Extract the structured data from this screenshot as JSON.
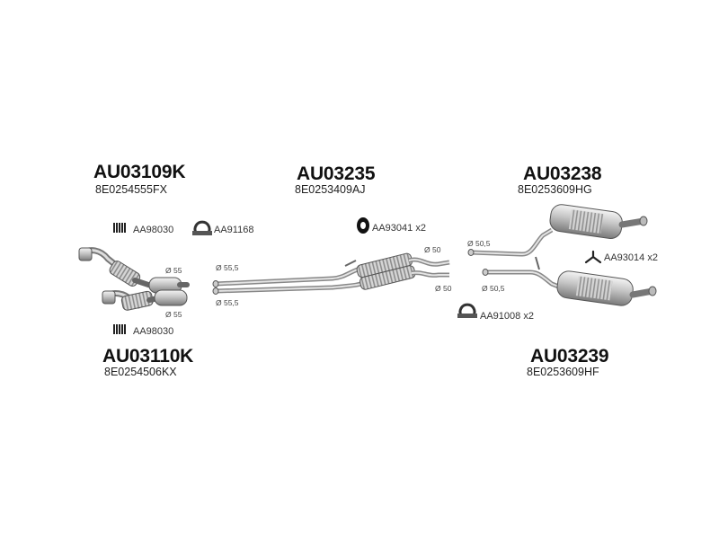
{
  "assemblies": [
    {
      "code": "AU03109K",
      "oem": "8E0254555FX"
    },
    {
      "code": "AU03235",
      "oem": "8E0253409AJ"
    },
    {
      "code": "AU03238",
      "oem": "8E0253609HG"
    },
    {
      "code": "AU03110K",
      "oem": "8E0254506KX"
    },
    {
      "code": "AU03239",
      "oem": "8E0253609HF"
    }
  ],
  "parts": {
    "spring_top": "AA98030",
    "clamp_left": "AA91168",
    "gasket_mid": "AA93041 x2",
    "spring_bottom": "AA98030",
    "hanger_right": "AA93014 x2",
    "clamp_right": "AA91008 x2"
  },
  "dimensions": {
    "cat_top": "Ø 55",
    "cat_bottom": "Ø 55",
    "mid_inlet_top": "Ø 55,5",
    "mid_inlet_bottom": "Ø 55,5",
    "mid_outlet_top": "Ø 50",
    "mid_outlet_bottom": "Ø 50",
    "rear_inlet_top": "Ø 50,5",
    "rear_inlet_bottom": "Ø 50,5"
  },
  "colors": {
    "line": "#555555",
    "metal_light": "#e8e8e8",
    "metal_mid": "#b5b5b5",
    "metal_dark": "#6e6e6e"
  }
}
